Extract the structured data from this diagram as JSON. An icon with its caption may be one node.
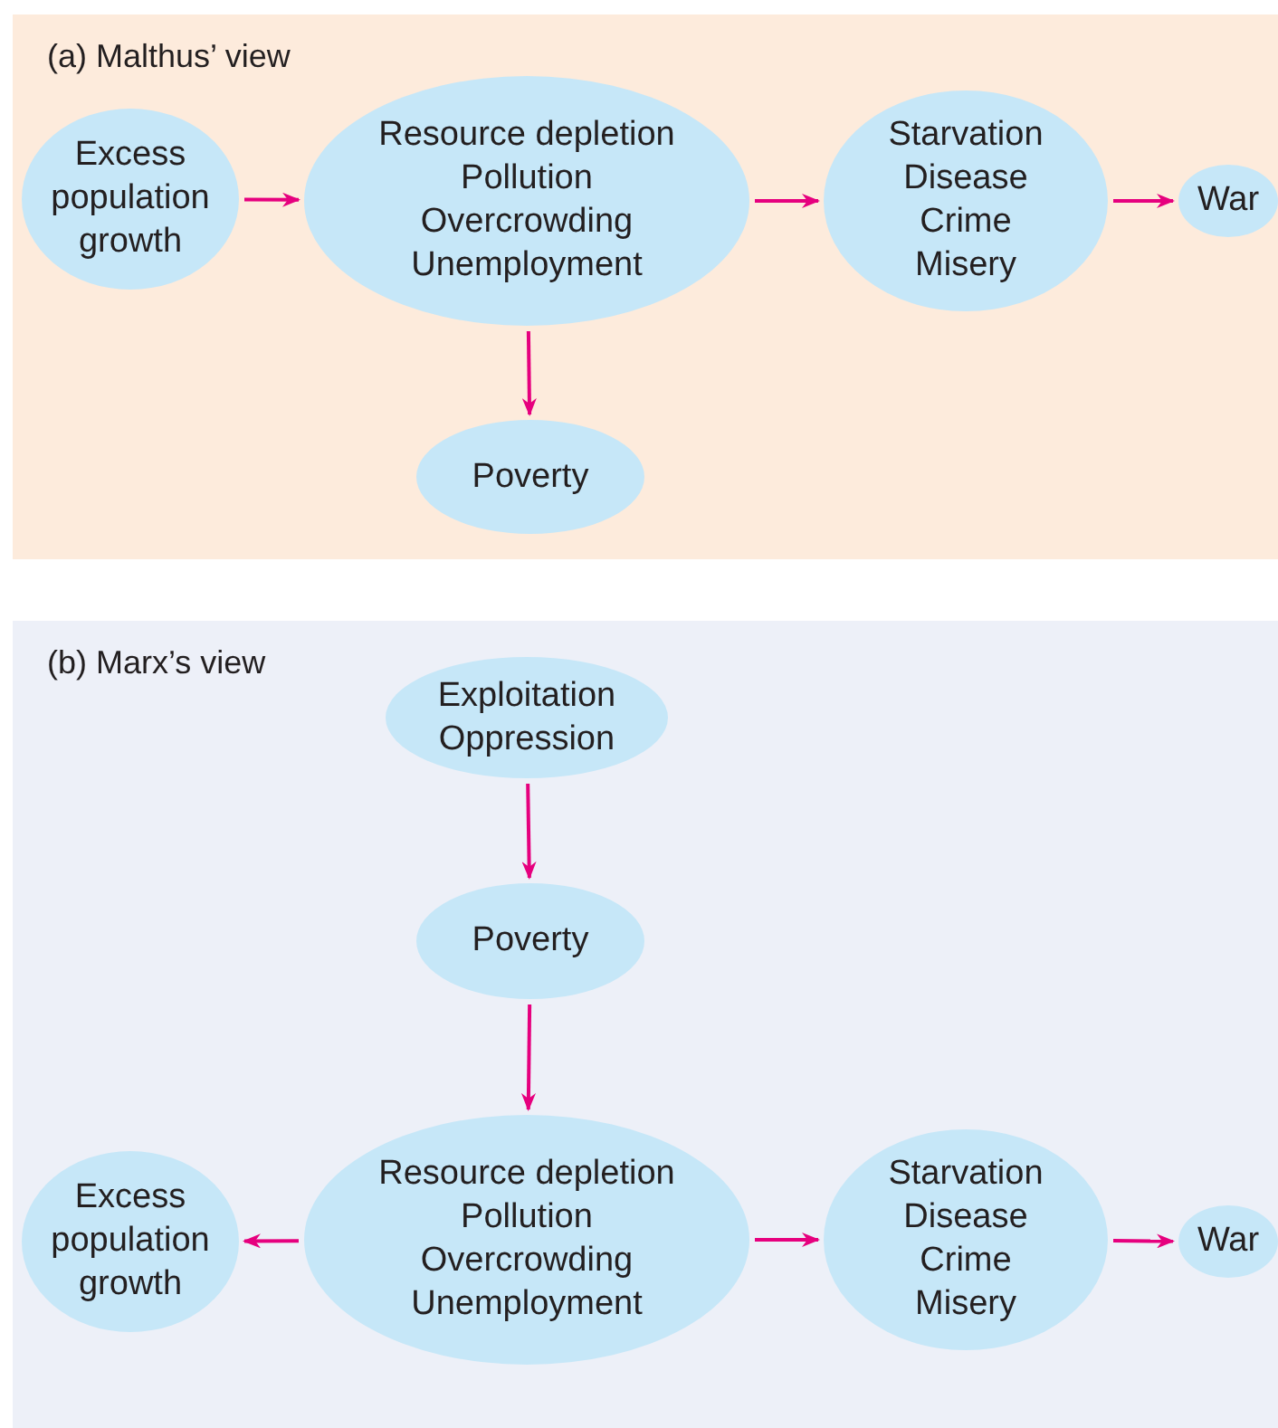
{
  "diagram": {
    "nodes": [
      {
        "text": [
          "(a) Malthus’ view"
        ]
      },
      {
        "text": [
          "Excess population growth"
        ],
        "in": 0
      },
      {
        "text": [
          "Resource depletion",
          "Pollution",
          "Overcrowding",
          "Unemployment"
        ],
        "in": 0
      },
      {
        "text": [
          "Starvation",
          "Disease",
          "Crime",
          "Misery"
        ],
        "in": 0
      },
      {
        "text": [
          "War"
        ],
        "in": 0
      },
      {
        "text": [
          "Poverty"
        ],
        "in": 0
      },
      {
        "text": [
          "(b) Marx’s view"
        ]
      },
      {
        "text": [
          "Exploitation",
          "Oppression"
        ],
        "in": 6
      },
      {
        "text": [
          "Poverty"
        ],
        "in": 6
      },
      {
        "text": [
          "Excess population growth"
        ],
        "in": 6
      },
      {
        "text": [
          "Resource depletion",
          "Pollution",
          "Overcrowding",
          "Unemployment"
        ],
        "in": 6
      },
      {
        "text": [
          "Starvation",
          "Disease",
          "Crime",
          "Misery"
        ],
        "in": 6
      },
      {
        "text": [
          "War"
        ],
        "in": 6
      }
    ],
    "edges": [
      {
        "from": 1,
        "to": 2,
        "arrow": "to"
      },
      {
        "from": 2,
        "to": 3,
        "arrow": "to"
      },
      {
        "from": 3,
        "to": 4,
        "arrow": "to"
      },
      {
        "from": 2,
        "to": 5,
        "arrow": "to"
      },
      {
        "from": 7,
        "to": 8,
        "arrow": "to"
      },
      {
        "from": 8,
        "to": 10,
        "arrow": "to"
      },
      {
        "from": 10,
        "to": 9,
        "arrow": "to"
      },
      {
        "from": 10,
        "to": 11,
        "arrow": "to"
      },
      {
        "from": 11,
        "to": 12,
        "arrow": "to"
      }
    ]
  }
}
